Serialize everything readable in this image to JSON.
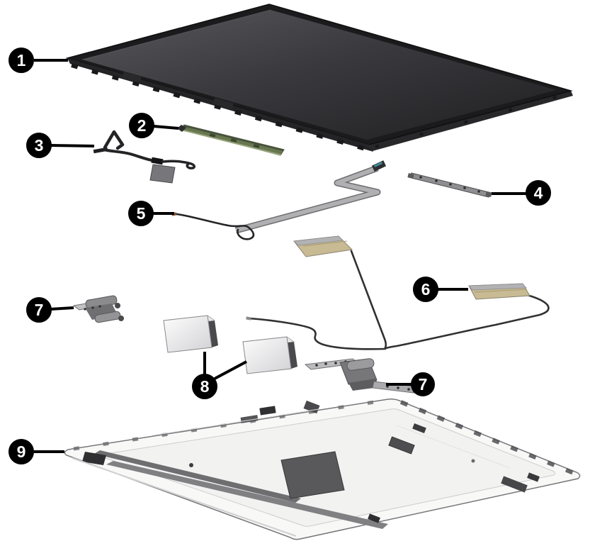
{
  "figure_type": "exploded-parts-diagram",
  "colors": {
    "background": "#ffffff",
    "callout_fill": "#000000",
    "callout_number": "#ffffff",
    "leader_line": "#000000",
    "panel_bezel": "#1b1b1d",
    "screen_dark": "#2a2a2d",
    "pcb_green": "#68774f",
    "antenna_tan": "#c8ba92",
    "metal_gray": "#9b9b9e",
    "ribbon_gray": "#b0b0b3",
    "cover_fill": "#f8f8f7",
    "speaker_face": "#f4f4f6"
  },
  "callouts": [
    {
      "number": "1",
      "part": "display-panel"
    },
    {
      "number": "2",
      "part": "board"
    },
    {
      "number": "3",
      "part": "cable-with-loop"
    },
    {
      "number": "4",
      "part": "bracket"
    },
    {
      "number": "5",
      "part": "display-cable"
    },
    {
      "number": "6",
      "part": "antenna"
    },
    {
      "number": "7",
      "part": "hinge-left"
    },
    {
      "number": "7",
      "part": "hinge-right"
    },
    {
      "number": "8",
      "part": "speakers"
    },
    {
      "number": "9",
      "part": "back-cover"
    }
  ]
}
